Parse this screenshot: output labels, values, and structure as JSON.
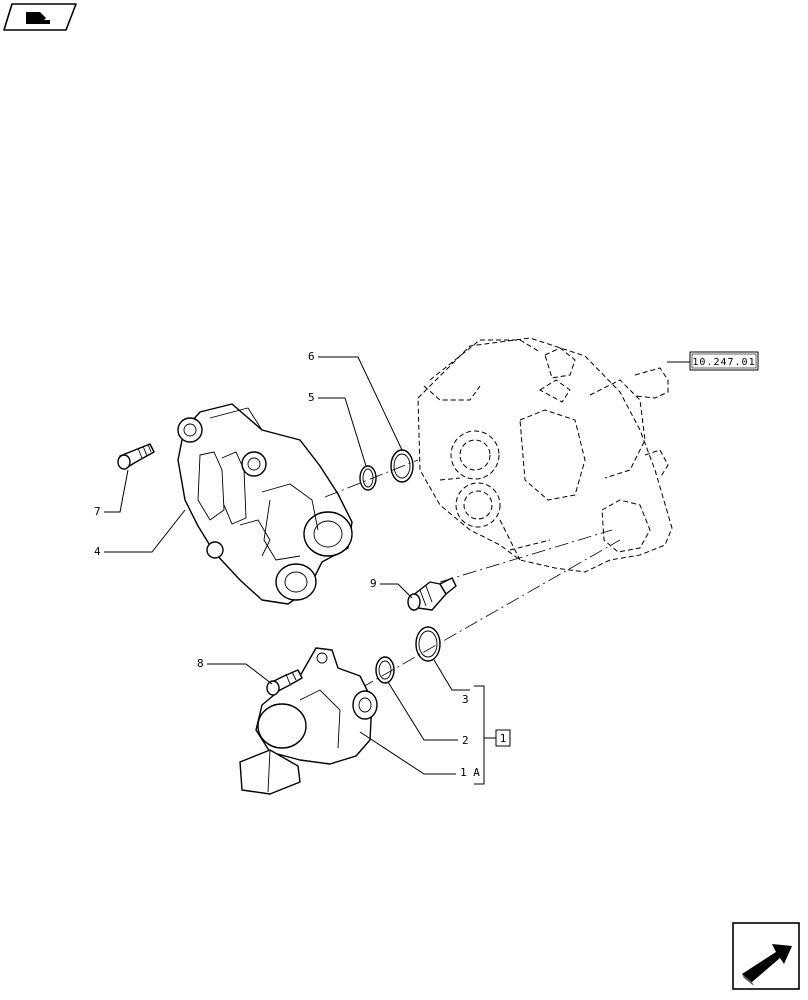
{
  "callouts": {
    "c1": "1",
    "c1a": "1 A",
    "c2": "2",
    "c3": "3",
    "c4": "4",
    "c5": "5",
    "c6": "6",
    "c7": "7",
    "c8": "8",
    "c9": "9"
  },
  "reference": {
    "pump_ref": "10.247.01"
  },
  "icons": {
    "top_left": "book-navigation-icon",
    "bottom_right": "next-page-arrow-icon"
  }
}
